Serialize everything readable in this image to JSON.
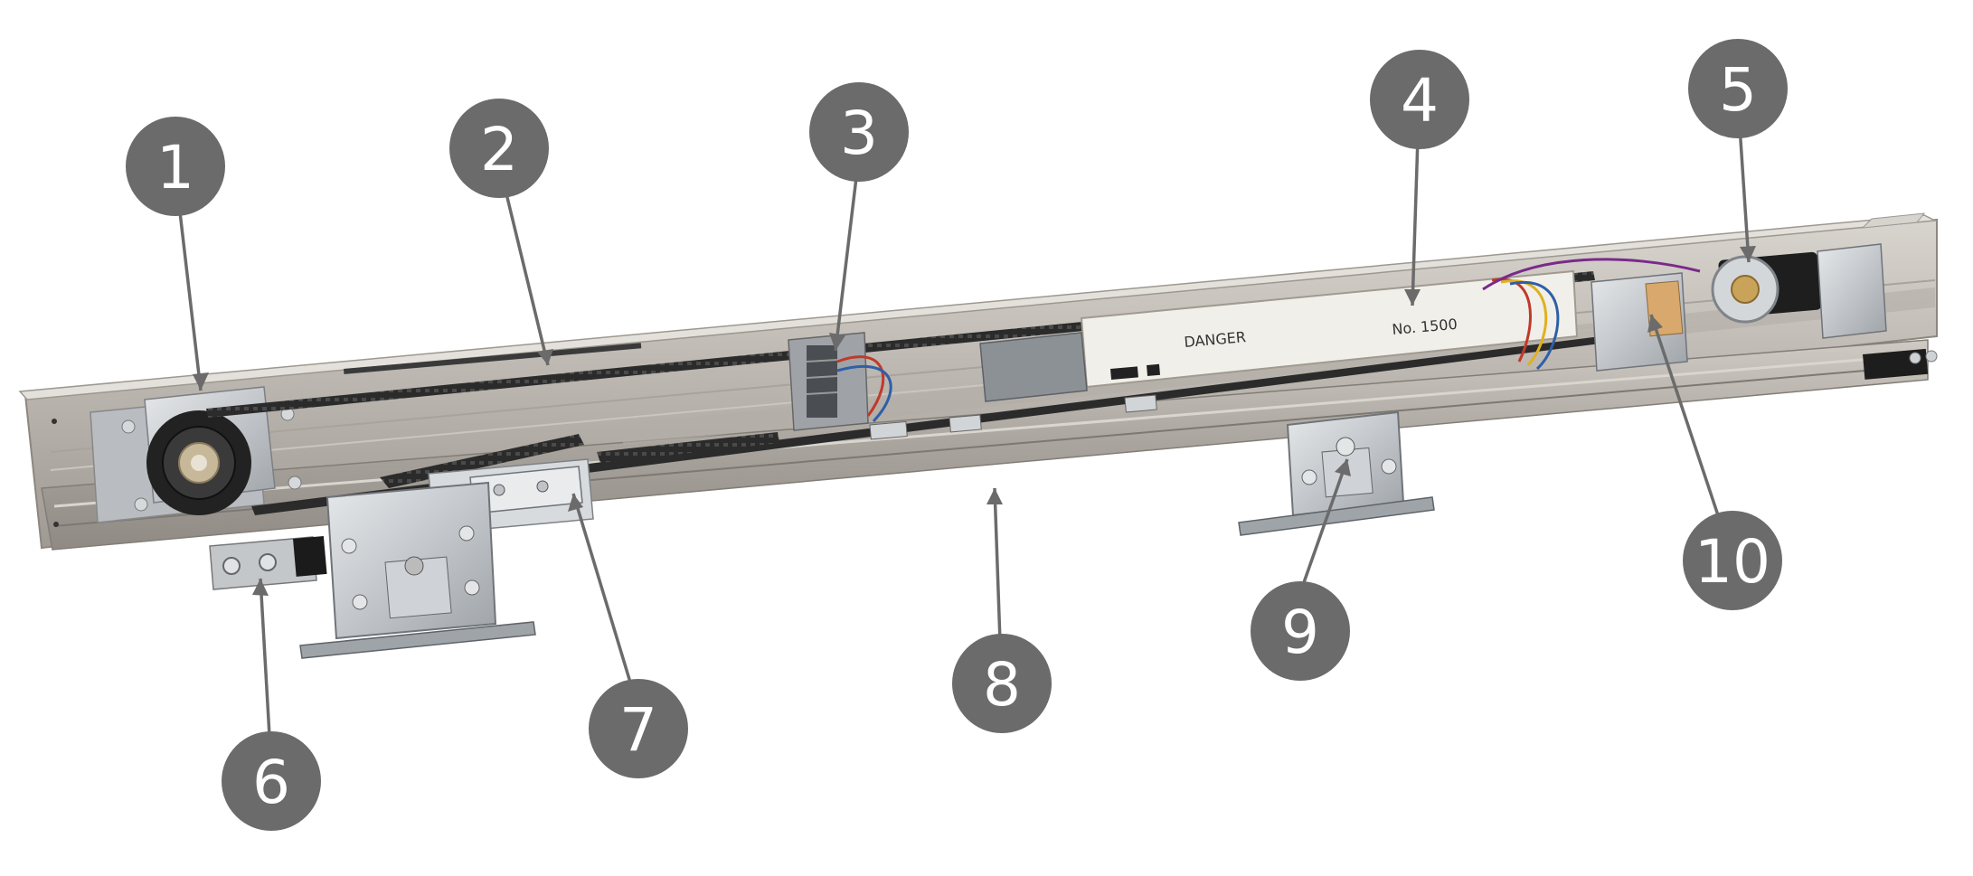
{
  "figure": {
    "callouts": [
      {
        "number": "1",
        "target": "drive-pulley"
      },
      {
        "number": "2",
        "target": "toothed-belt"
      },
      {
        "number": "3",
        "target": "belt-clamp-terminal"
      },
      {
        "number": "4",
        "target": "control-unit"
      },
      {
        "number": "5",
        "target": "motor-pulley"
      },
      {
        "number": "6",
        "target": "end-stop"
      },
      {
        "number": "7",
        "target": "belt-connector"
      },
      {
        "number": "8",
        "target": "aluminium-track"
      },
      {
        "number": "9",
        "target": "door-carriage"
      },
      {
        "number": "10",
        "target": "motor-bracket"
      }
    ],
    "control_unit_label": {
      "warning": "DANGER",
      "serial": "No. 1500"
    },
    "colors": {
      "callout_fill": "#6b6b6b",
      "callout_text": "#ffffff",
      "leader_line": "#6b6b6b",
      "track": "#b9b4ad",
      "belt": "#2b2b2b",
      "bracket": "#c8ccd0",
      "background": "#ffffff"
    }
  }
}
